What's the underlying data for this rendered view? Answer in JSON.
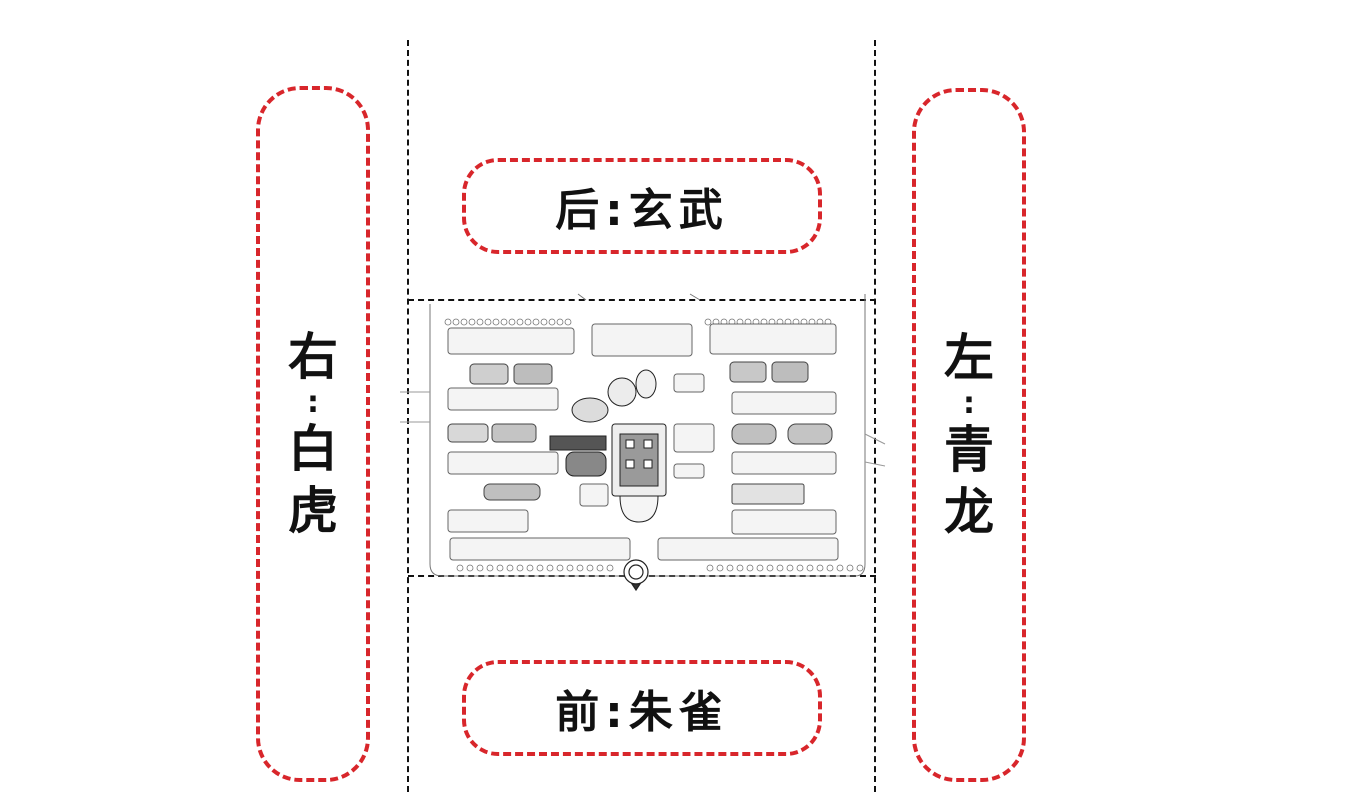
{
  "labels": {
    "back": "后:玄武",
    "front": "前:朱雀",
    "right": {
      "direction": "右",
      "separator": ":",
      "name": [
        "白",
        "虎"
      ]
    },
    "left": {
      "direction": "左",
      "separator": ":",
      "name": [
        "青",
        "龙"
      ]
    }
  },
  "colors": {
    "accent": "#d8262b",
    "guide": "#111111",
    "text": "#111111"
  }
}
